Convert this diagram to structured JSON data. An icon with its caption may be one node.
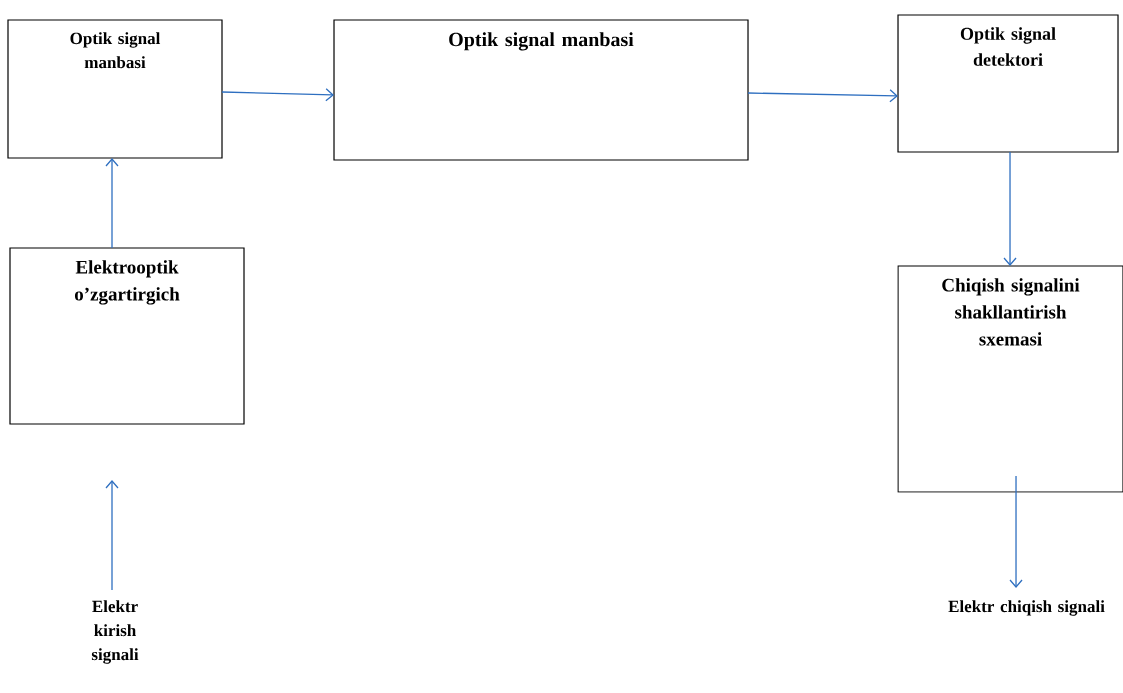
{
  "diagram": {
    "nodes": [
      {
        "text": [
          "Optik signal manbasi"
        ]
      },
      {
        "text": [
          "Optik signal manbasi"
        ]
      },
      {
        "text": [
          "Optik signal detektori"
        ]
      },
      {
        "text": [
          "Elektrooptik o’zgartirgich"
        ]
      },
      {
        "text": [
          "Chiqish signalini shakllantirish sxemasi"
        ]
      },
      {
        "text": [
          "Elektr kirish signali"
        ]
      },
      {
        "text": [
          "Elektr chiqish signali"
        ]
      }
    ],
    "edges": [
      {
        "from": 0,
        "to": 1,
        "arrow": "to"
      },
      {
        "from": 1,
        "to": 2,
        "arrow": "to"
      },
      {
        "from": 2,
        "to": 4,
        "arrow": "to"
      },
      {
        "from": 3,
        "to": 0,
        "arrow": "to"
      },
      {
        "from": 5,
        "to": 3,
        "arrow": "to"
      },
      {
        "from": 4,
        "to": 6,
        "arrow": "to"
      }
    ]
  }
}
